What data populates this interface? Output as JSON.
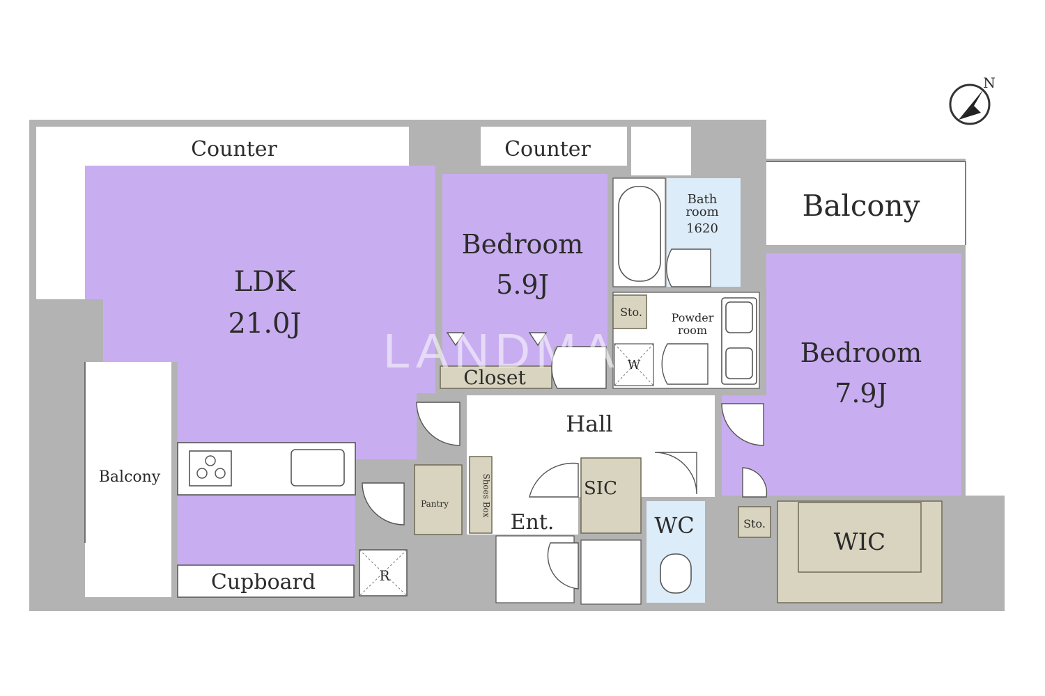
{
  "plan": {
    "rooms": {
      "ldk": {
        "name": "LDK",
        "size": "21.0J"
      },
      "bedroom1": {
        "name": "Bedroom",
        "size": "5.9J"
      },
      "bedroom2": {
        "name": "Bedroom",
        "size": "7.9J"
      },
      "bathroom": {
        "line1": "Bath",
        "line2": "room",
        "line3": "1620"
      },
      "powder": {
        "line1": "Powder",
        "line2": "room"
      }
    },
    "labels": {
      "counter_left": "Counter",
      "counter_right": "Counter",
      "balcony_right": "Balcony",
      "balcony_left": "Balcony",
      "closet": "Closet",
      "hall": "Hall",
      "sic": "SIC",
      "wc": "WC",
      "wic": "WIC",
      "ent": "Ent.",
      "cupboard": "Cupboard",
      "pantry": "Pantry",
      "shoes_box": "Shoes Box",
      "sto_upper": "Sto.",
      "sto_lower": "Sto.",
      "washer": "W",
      "refrigerator": "R",
      "north": "N"
    },
    "watermark": "LANDMA",
    "colors": {
      "room_fill": "#c8aef0",
      "storage_fill": "#d9d4bf",
      "wet_fill": "#dcecf8",
      "wall": "#b3b3b3"
    }
  }
}
